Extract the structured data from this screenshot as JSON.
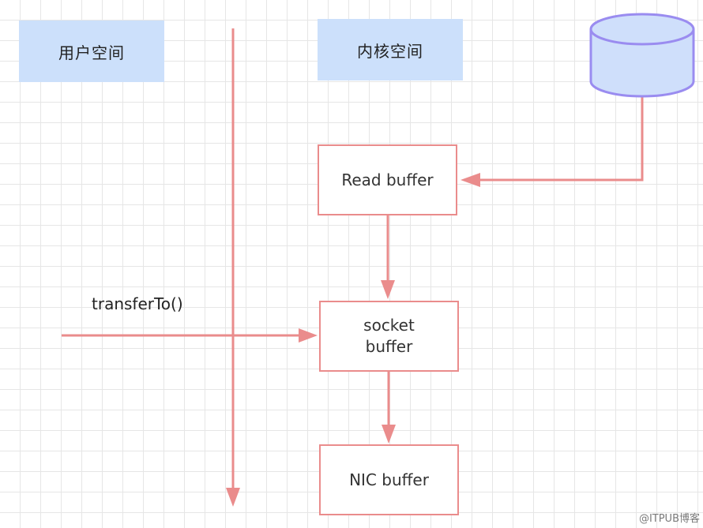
{
  "lanes": {
    "user_space": "用户空间",
    "kernel_space": "内核空间"
  },
  "buffers": {
    "read": "Read buffer",
    "socket": "socket\nbuffer",
    "nic": "NIC buffer"
  },
  "call": {
    "label": "transferTo()"
  },
  "watermark": "@ITPUB博客",
  "colors": {
    "lane_fill": "#cce0fb",
    "arrow": "#ea8c8c",
    "disk_fill": "#cfdffb",
    "disk_stroke": "#9a8cf0",
    "grid": "#e6e6e6"
  },
  "icons": {
    "storage": "database-cylinder-icon"
  }
}
